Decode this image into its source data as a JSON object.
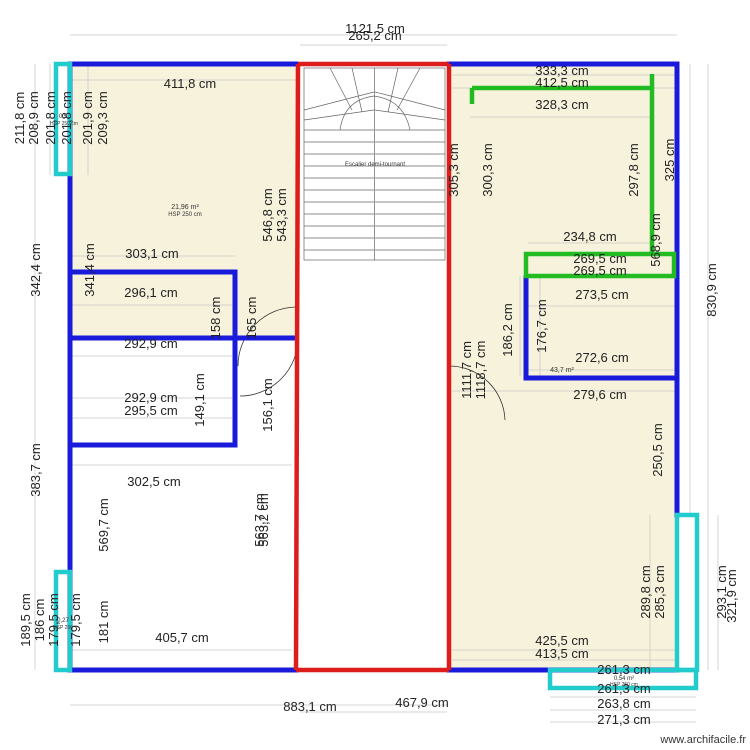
{
  "colors": {
    "room_fill": "#f7f2dc",
    "wall_blue": "#1a1adb",
    "wall_red": "#dd1c1c",
    "wall_green": "#22bb22",
    "wall_cyan": "#22cccc"
  },
  "dims": {
    "top_total": "1121,5 cm",
    "top_center": "265,2 cm",
    "tl_width": "411,8 cm",
    "tl_h1": "211,8 cm",
    "tl_h2": "208,9 cm",
    "tl_h3": "201,8 cm",
    "tl_h4": "201,8 cm",
    "tl_h5": "201,9 cm",
    "tl_h6": "209,3 cm",
    "left_342": "342,4 cm",
    "left_383": "383,7 cm",
    "mid_546": "546,8 cm",
    "mid_543": "543,3 cm",
    "r303": "303,1 cm",
    "r341": "341,4 cm",
    "r296": "296,1 cm",
    "r158": "158 cm",
    "r165": "165 cm",
    "r292a": "292,9 cm",
    "r292b": "292,9 cm",
    "r295": "295,5 cm",
    "r149": "149,1 cm",
    "r156": "156,1 cm",
    "r302": "302,5 cm",
    "r569": "569,7 cm",
    "r563a": "563,7 cm",
    "r563b": "563,2 cm",
    "bl_189": "189,5 cm",
    "bl_186": "186 cm",
    "bl_179a": "179,5 cm",
    "bl_179b": "179,5 cm",
    "bl_181": "181 cm",
    "bl_405": "405,7 cm",
    "bot_883": "883,1 cm",
    "bot_467": "467,9 cm",
    "rt_333": "333,3 cm",
    "rt_412": "412,5 cm",
    "rt_328": "328,3 cm",
    "rt_305": "305,3 cm",
    "rt_300": "300,3 cm",
    "rt_297": "297,8 cm",
    "rt_325": "325 cm",
    "rt_234": "234,8 cm",
    "rt_568": "568,9 cm",
    "rt_269a": "269,5 cm",
    "rt_269b": "269,5 cm",
    "rt_830": "830,9 cm",
    "rt_273": "273,5 cm",
    "rt_186": "186,2 cm",
    "rt_176": "176,7 cm",
    "rt_1111": "1111,7 cm",
    "rt_1118": "1118,7 cm",
    "rt_272": "272,6 cm",
    "rt_279": "279,6 cm",
    "rt_250": "250,5 cm",
    "rt_289": "289,8 cm",
    "rt_285": "285,3 cm",
    "rt_293": "293,1 cm",
    "rt_321": "321,9 cm",
    "rt_425": "425,5 cm",
    "rt_413": "413,5 cm",
    "rt_261a": "261,3 cm",
    "rt_261b": "261,3 cm",
    "rt_263": "263,8 cm",
    "rt_271": "271,3 cm"
  },
  "labels": {
    "room1_area": "21,96 m²",
    "room1_hsp": "HSP 250 cm",
    "stair_label": "Escalier demi-tournant",
    "room_right_area": "43,7 m²",
    "small_top": "0,5",
    "small_top_hsp": "HSP 250 cm",
    "small_bl": "0,27",
    "small_bl_hsp": "HSP 250",
    "small_br": "0,54 m²",
    "small_br_hsp": "HSP 250 cm",
    "watermark": "www.archifacile.fr"
  }
}
